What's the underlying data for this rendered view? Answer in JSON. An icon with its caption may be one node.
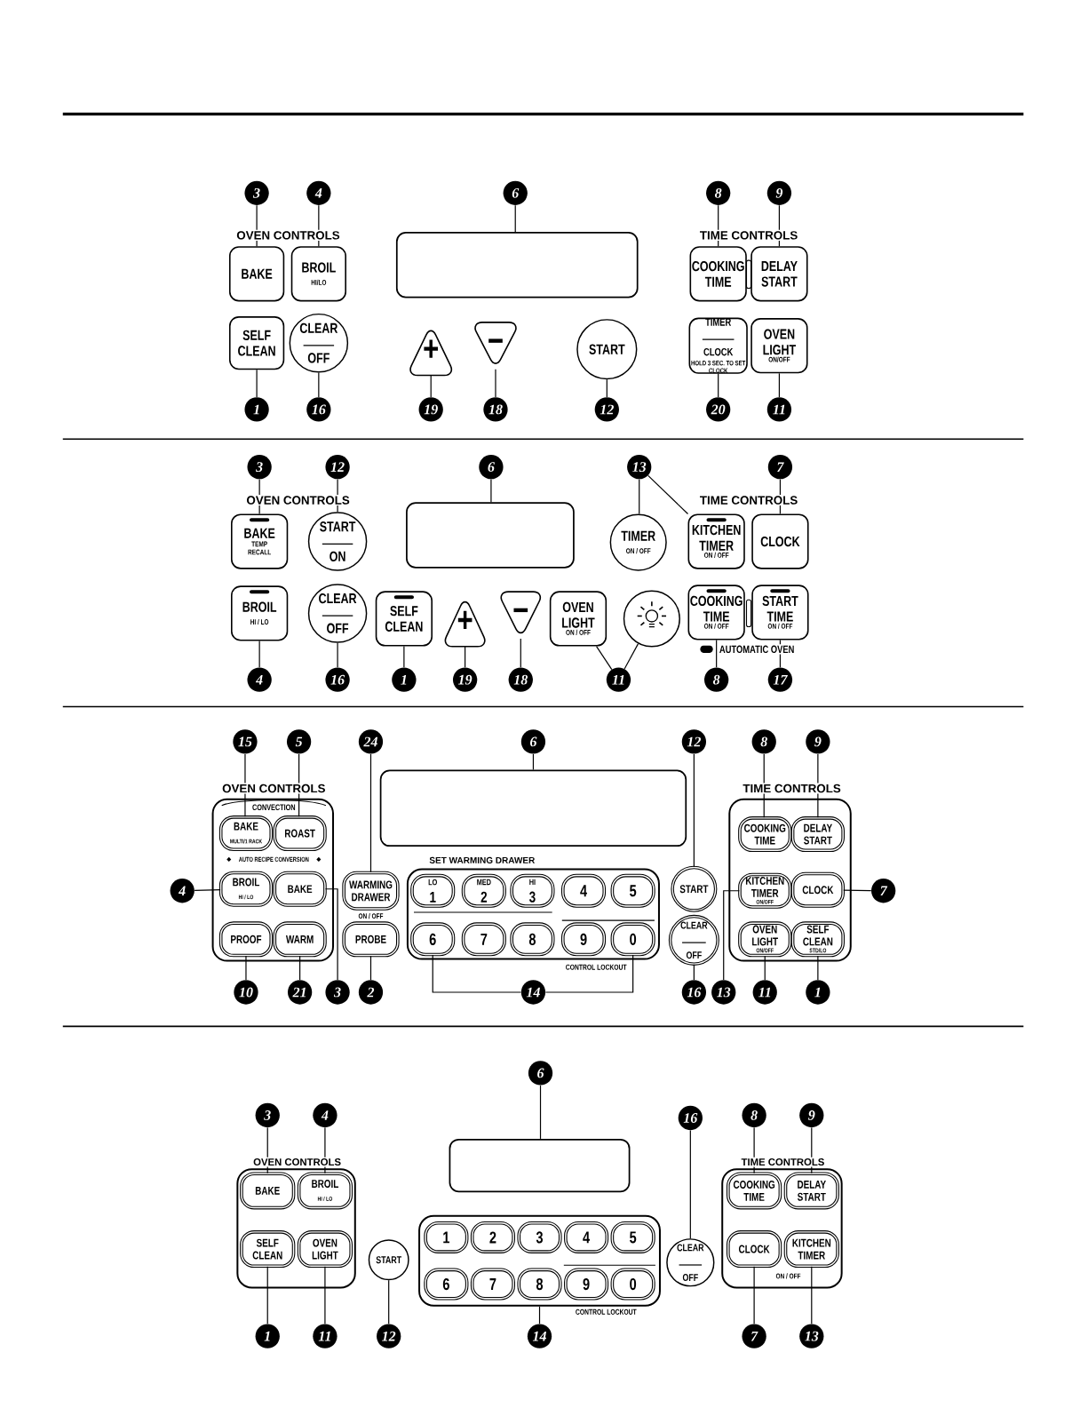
{
  "diagram": {
    "nodes": [
      {
        "text": [
          "3"
        ]
      },
      {
        "text": [
          "4"
        ]
      },
      {
        "text": [
          "6"
        ]
      },
      {
        "text": [
          "8"
        ]
      },
      {
        "text": [
          "9"
        ]
      },
      {
        "text": [
          "BAKE"
        ]
      },
      {
        "text": [
          "BROIL",
          "HI/LO"
        ]
      },
      {
        "text": [],
        "shape": "box"
      },
      {
        "text": [
          "COOKING TIME"
        ]
      },
      {
        "text": [
          "DELAY START"
        ]
      },
      {
        "text": [
          "SELF CLEAN"
        ]
      },
      {
        "text": [
          "CLEAR",
          "OFF"
        ]
      },
      {
        "text": [
          "+"
        ]
      },
      {
        "text": [
          "−"
        ]
      },
      {
        "text": [
          "START"
        ]
      },
      {
        "text": [
          "TIMER",
          "CLOCK",
          "HOLD 3 SEC. TO SET CLOCK"
        ]
      },
      {
        "text": [
          "OVEN LIGHT",
          "ON/OFF"
        ]
      },
      {
        "text": [
          "1"
        ]
      },
      {
        "text": [
          "16"
        ]
      },
      {
        "text": [
          "19"
        ]
      },
      {
        "text": [
          "18"
        ]
      },
      {
        "text": [
          "12"
        ]
      },
      {
        "text": [
          "20"
        ]
      },
      {
        "text": [
          "11"
        ]
      },
      {
        "text": [
          "3"
        ]
      },
      {
        "text": [
          "12"
        ]
      },
      {
        "text": [
          "6"
        ]
      },
      {
        "text": [
          "13"
        ]
      },
      {
        "text": [
          "7"
        ]
      },
      {
        "text": [
          "BAKE",
          "TEMP RECALL"
        ]
      },
      {
        "text": [
          "START",
          "ON"
        ]
      },
      {
        "text": [],
        "shape": "box"
      },
      {
        "text": [
          "TIMER",
          "ON / OFF"
        ]
      },
      {
        "text": [
          "KITCHEN TIMER",
          "ON / OFF"
        ]
      },
      {
        "text": [
          "CLOCK"
        ]
      },
      {
        "text": [
          "BROIL",
          "HI / LO"
        ]
      },
      {
        "text": [
          "CLEAR",
          "OFF"
        ]
      },
      {
        "text": [
          "SELF CLEAN"
        ]
      },
      {
        "text": [
          "+"
        ]
      },
      {
        "text": [
          "−"
        ]
      },
      {
        "text": [
          "OVEN LIGHT",
          "ON / OFF"
        ]
      },
      {
        "text": [],
        "shape": "circle"
      },
      {
        "text": [
          "COOKING TIME",
          "ON / OFF"
        ]
      },
      {
        "text": [
          "START TIME",
          "ON / OFF"
        ]
      },
      {
        "text": [
          "4"
        ]
      },
      {
        "text": [
          "16"
        ]
      },
      {
        "text": [
          "1"
        ]
      },
      {
        "text": [
          "19"
        ]
      },
      {
        "text": [
          "18"
        ]
      },
      {
        "text": [
          "11"
        ]
      },
      {
        "text": [
          "8"
        ]
      },
      {
        "text": [
          "17"
        ]
      },
      {
        "text": [
          "15"
        ]
      },
      {
        "text": [
          "5"
        ]
      },
      {
        "text": [
          "24"
        ]
      },
      {
        "text": [
          "6"
        ]
      },
      {
        "text": [
          "12"
        ]
      },
      {
        "text": [
          "8"
        ]
      },
      {
        "text": [
          "9"
        ]
      },
      {
        "text": [],
        "shape": "box"
      },
      {
        "text": [
          "BAKE",
          "MULTI/1 RACK"
        ],
        "in": 59
      },
      {
        "text": [
          "ROAST"
        ],
        "in": 59
      },
      {
        "text": [
          "4"
        ]
      },
      {
        "text": [
          "BROIL",
          "HI / LO"
        ],
        "in": 59
      },
      {
        "text": [
          "BAKE"
        ],
        "in": 59
      },
      {
        "text": [
          "WARMING DRAWER"
        ],
        "beside": [
          "ON / OFF"
        ]
      },
      {
        "text": [],
        "shape": "box"
      },
      {
        "text": [
          "SET WARMING DRAWER"
        ]
      },
      {
        "text": [
          "LO",
          "1"
        ],
        "in": 67
      },
      {
        "text": [
          "MED",
          "2"
        ],
        "in": 67
      },
      {
        "text": [
          "HI",
          "3"
        ],
        "in": 67
      },
      {
        "text": [
          "4"
        ],
        "in": 67
      },
      {
        "text": [
          "5"
        ],
        "in": 67
      },
      {
        "text": [
          "START"
        ]
      },
      {
        "text": [],
        "shape": "box"
      },
      {
        "text": [
          "COOKING TIME"
        ],
        "in": 74
      },
      {
        "text": [
          "DELAY START"
        ],
        "in": 74
      },
      {
        "text": [
          "KITCHEN TIMER",
          "ON/OFF"
        ],
        "in": 74
      },
      {
        "text": [
          "CLOCK"
        ],
        "in": 74
      },
      {
        "text": [
          "7"
        ]
      },
      {
        "text": [
          "PROOF"
        ],
        "in": 59
      },
      {
        "text": [
          "WARM"
        ],
        "in": 59
      },
      {
        "text": [
          "PROBE"
        ]
      },
      {
        "text": [
          "6"
        ],
        "in": 67
      },
      {
        "text": [
          "7"
        ],
        "in": 67
      },
      {
        "text": [
          "8"
        ],
        "in": 67
      },
      {
        "text": [
          "9"
        ],
        "in": 67
      },
      {
        "text": [
          "0"
        ],
        "in": 67
      },
      {
        "text": [
          "CLEAR",
          "OFF"
        ]
      },
      {
        "text": [
          "OVEN LIGHT",
          "ON/OFF"
        ],
        "in": 74
      },
      {
        "text": [
          "SELF CLEAN",
          "STD/LO"
        ],
        "in": 74
      },
      {
        "text": [
          "10"
        ]
      },
      {
        "text": [
          "21"
        ]
      },
      {
        "text": [
          "3"
        ]
      },
      {
        "text": [
          "2"
        ]
      },
      {
        "text": [
          "14"
        ]
      },
      {
        "text": [
          "16"
        ]
      },
      {
        "text": [
          "13"
        ]
      },
      {
        "text": [
          "11"
        ]
      },
      {
        "text": [
          "1"
        ]
      },
      {
        "text": [
          "6"
        ]
      },
      {
        "text": [
          "3"
        ]
      },
      {
        "text": [
          "4"
        ]
      },
      {
        "text": [
          "16"
        ]
      },
      {
        "text": [
          "8"
        ]
      },
      {
        "text": [
          "9"
        ]
      },
      {
        "text": [],
        "shape": "box"
      },
      {
        "text": [
          "BAKE"
        ],
        "in": 106
      },
      {
        "text": [
          "BROIL",
          "HI / LO"
        ],
        "in": 106
      },
      {
        "text": [],
        "shape": "box"
      },
      {
        "text": [],
        "shape": "box"
      },
      {
        "text": [
          "COOKING TIME"
        ],
        "in": 110
      },
      {
        "text": [
          "DELAY START"
        ],
        "in": 110
      },
      {
        "text": [
          "SELF CLEAN"
        ],
        "in": 106
      },
      {
        "text": [
          "OVEN LIGHT"
        ],
        "in": 106
      },
      {
        "text": [
          "START"
        ]
      },
      {
        "text": [],
        "shape": "box"
      },
      {
        "text": [
          "1"
        ],
        "in": 116
      },
      {
        "text": [
          "2"
        ],
        "in": 116
      },
      {
        "text": [
          "3"
        ],
        "in": 116
      },
      {
        "text": [
          "4"
        ],
        "in": 116
      },
      {
        "text": [
          "5"
        ],
        "in": 116
      },
      {
        "text": [
          "6"
        ],
        "in": 116
      },
      {
        "text": [
          "7"
        ],
        "in": 116
      },
      {
        "text": [
          "8"
        ],
        "in": 116
      },
      {
        "text": [
          "9"
        ],
        "in": 116
      },
      {
        "text": [
          "0"
        ],
        "in": 116
      },
      {
        "text": [
          "CLEAR",
          "OFF"
        ]
      },
      {
        "text": [
          "CLOCK"
        ],
        "in": 110
      },
      {
        "text": [
          "KITCHEN TIMER"
        ],
        "in": 110,
        "beside": [
          "ON / OFF"
        ]
      },
      {
        "text": [
          "1"
        ]
      },
      {
        "text": [
          "11"
        ]
      },
      {
        "text": [
          "12"
        ]
      },
      {
        "text": [
          "14"
        ]
      },
      {
        "text": [
          "7"
        ]
      },
      {
        "text": [
          "13"
        ]
      }
    ],
    "edges": [
      {
        "from": 0,
        "to": 5,
        "arrow": "none"
      },
      {
        "from": 1,
        "to": 6,
        "arrow": "none"
      },
      {
        "from": 2,
        "to": 7,
        "arrow": "none"
      },
      {
        "from": 3,
        "to": 8,
        "arrow": "none"
      },
      {
        "from": 4,
        "to": 9,
        "arrow": "none"
      },
      {
        "from": 17,
        "to": 10,
        "arrow": "none"
      },
      {
        "from": 18,
        "to": 11,
        "arrow": "none"
      },
      {
        "from": 19,
        "to": 12,
        "arrow": "none"
      },
      {
        "from": 20,
        "to": 13,
        "arrow": "none"
      },
      {
        "from": 21,
        "to": 14,
        "arrow": "none"
      },
      {
        "from": 22,
        "to": 15,
        "arrow": "none"
      },
      {
        "from": 23,
        "to": 16,
        "arrow": "none"
      },
      {
        "from": 24,
        "to": 29,
        "arrow": "none"
      },
      {
        "from": 25,
        "to": 30,
        "arrow": "none"
      },
      {
        "from": 26,
        "to": 31,
        "arrow": "none"
      },
      {
        "from": 27,
        "to": 32,
        "arrow": "none"
      },
      {
        "from": 27,
        "to": 33,
        "arrow": "none"
      },
      {
        "from": 28,
        "to": 34,
        "arrow": "none"
      },
      {
        "from": 44,
        "to": 35,
        "arrow": "none"
      },
      {
        "from": 45,
        "to": 36,
        "arrow": "none"
      },
      {
        "from": 46,
        "to": 37,
        "arrow": "none"
      },
      {
        "from": 47,
        "to": 38,
        "arrow": "none"
      },
      {
        "from": 48,
        "to": 39,
        "arrow": "none"
      },
      {
        "from": 49,
        "to": 40,
        "arrow": "none"
      },
      {
        "from": 49,
        "to": 41,
        "arrow": "none"
      },
      {
        "from": 50,
        "to": 42,
        "arrow": "none"
      },
      {
        "from": 51,
        "to": 43,
        "arrow": "none"
      },
      {
        "from": 52,
        "to": 60,
        "arrow": "none"
      },
      {
        "from": 53,
        "to": 61,
        "arrow": "none"
      },
      {
        "from": 54,
        "to": 65,
        "arrow": "none"
      },
      {
        "from": 55,
        "to": 66,
        "arrow": "none"
      },
      {
        "from": 56,
        "to": 73,
        "arrow": "none"
      },
      {
        "from": 57,
        "to": 75,
        "arrow": "none"
      },
      {
        "from": 58,
        "to": 76,
        "arrow": "none"
      },
      {
        "from": 62,
        "to": 63,
        "arrow": "none"
      },
      {
        "from": 79,
        "to": 78,
        "arrow": "none"
      },
      {
        "from": 91,
        "to": 80,
        "arrow": "none"
      },
      {
        "from": 92,
        "to": 81,
        "arrow": "none"
      },
      {
        "from": 93,
        "to": 64,
        "arrow": "none"
      },
      {
        "from": 94,
        "to": 82,
        "arrow": "none"
      },
      {
        "from": 95,
        "to": 83,
        "arrow": "none"
      },
      {
        "from": 95,
        "to": 87,
        "arrow": "none"
      },
      {
        "from": 96,
        "to": 88,
        "arrow": "none"
      },
      {
        "from": 97,
        "to": 77,
        "arrow": "none"
      },
      {
        "from": 98,
        "to": 89,
        "arrow": "none"
      },
      {
        "from": 99,
        "to": 90,
        "arrow": "none"
      },
      {
        "from": 100,
        "to": 109,
        "arrow": "none"
      },
      {
        "from": 101,
        "to": 107,
        "arrow": "none"
      },
      {
        "from": 102,
        "to": 108,
        "arrow": "none"
      },
      {
        "from": 103,
        "to": 127,
        "arrow": "none"
      },
      {
        "from": 104,
        "to": 111,
        "arrow": "none"
      },
      {
        "from": 105,
        "to": 112,
        "arrow": "none"
      },
      {
        "from": 130,
        "to": 113,
        "arrow": "none"
      },
      {
        "from": 131,
        "to": 114,
        "arrow": "none"
      },
      {
        "from": 132,
        "to": 115,
        "arrow": "none"
      },
      {
        "from": 133,
        "to": 116,
        "arrow": "none"
      },
      {
        "from": 134,
        "to": 128,
        "arrow": "none"
      },
      {
        "from": 135,
        "to": 129,
        "arrow": "none"
      }
    ],
    "labels": [
      "OVEN CONTROLS",
      "TIME CONTROLS",
      "OVEN CONTROLS",
      "TIME CONTROLS",
      "AUTOMATIC OVEN",
      "OVEN CONTROLS",
      "TIME CONTROLS",
      "CONVECTION",
      "AUTO RECIPE CONVERSION",
      "CONTROL LOCKOUT",
      "OVEN CONTROLS",
      "TIME CONTROLS",
      "CONTROL LOCKOUT"
    ]
  }
}
